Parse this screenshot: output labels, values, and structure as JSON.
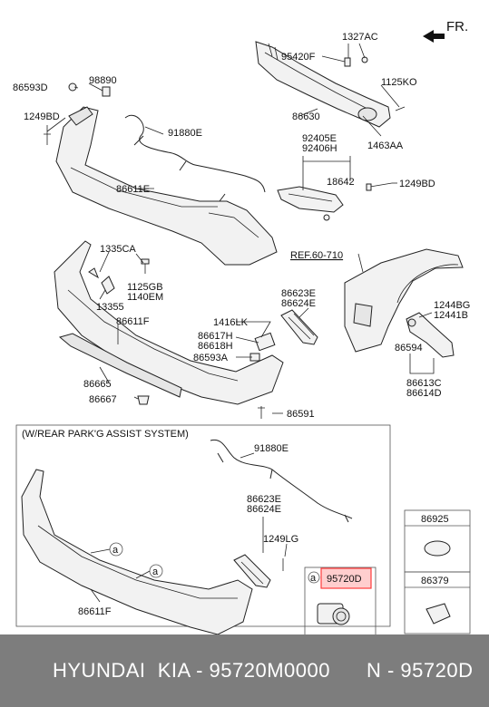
{
  "direction_label": "FR.",
  "callouts": {
    "c1327AC": "1327AC",
    "c95420F": "95420F",
    "c1125KO": "1125KO",
    "c86630": "86630",
    "c1463AA": "1463AA",
    "c86593D": "86593D",
    "c98890": "98890",
    "c1249BD_top": "1249BD",
    "c91880E_top": "91880E",
    "c92405E": "92405E",
    "c92406H": "92406H",
    "c18642": "18642",
    "c1249BD_right": "1249BD",
    "c86611E": "86611E",
    "c1335CA": "1335CA",
    "c1125GB": "1125GB",
    "c1140EM": "1140EM",
    "c13355": "13355",
    "cREF": "REF.60-710",
    "c86623E_mid": "86623E",
    "c86624E_mid": "86624E",
    "c1244BG": "1244BG",
    "c12441B": "12441B",
    "c86611F_mid": "86611F",
    "c1416LK": "1416LK",
    "c86617H": "86617H",
    "c86618H": "86618H",
    "c86593A": "86593A",
    "c86594": "86594",
    "c86665": "86665",
    "c86613C": "86613C",
    "c86614D": "86614D",
    "c86667": "86667",
    "c86591": "86591"
  },
  "rear_park_assist_section": {
    "title": "(W/REAR PARK'G ASSIST SYSTEM)",
    "c91880E": "91880E",
    "c86623E": "86623E",
    "c86624E": "86624E",
    "c1249LG": "1249LG",
    "c86611F": "86611F",
    "ref_a1": "a",
    "ref_a2": "a",
    "legend_a": "a",
    "highlighted_part": "95720D",
    "box_86925": "86925",
    "box_86379": "86379"
  },
  "footer": {
    "brand": "HYUNDAI  KIA - 95720M0000",
    "part_number": "N - 95720D"
  },
  "colors": {
    "highlight": "#ff3c3c",
    "footer_bg": "#7d7d7d",
    "footer_text": "#ffffff"
  }
}
